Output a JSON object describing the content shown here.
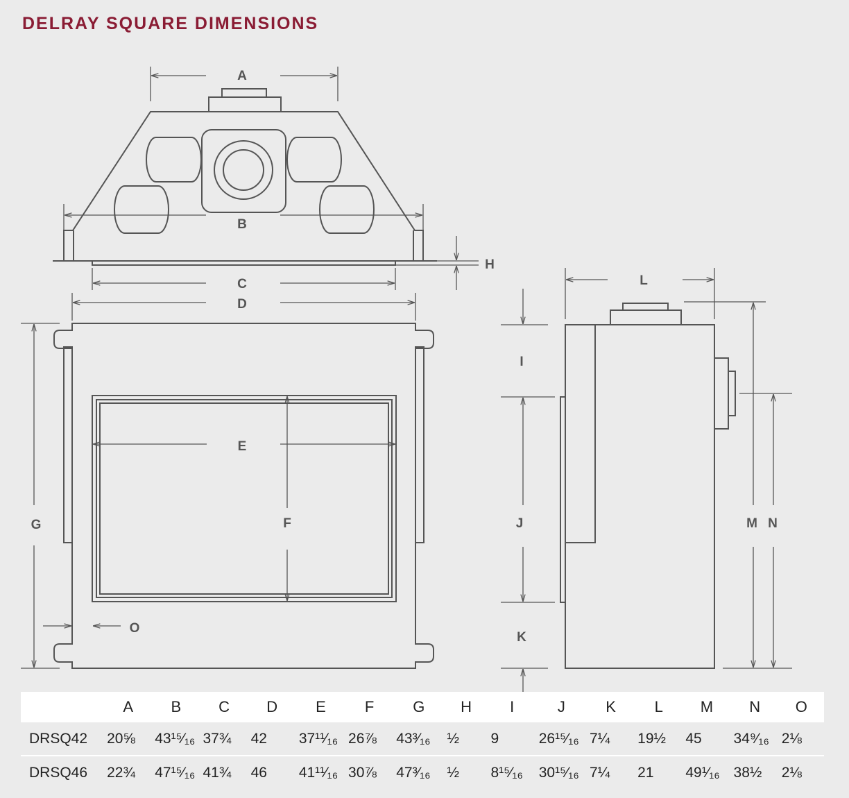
{
  "title": "DELRAY SQUARE DIMENSIONS",
  "labels": {
    "A": "A",
    "B": "B",
    "C": "C",
    "D": "D",
    "E": "E",
    "F": "F",
    "G": "G",
    "H": "H",
    "I": "I",
    "J": "J",
    "K": "K",
    "L": "L",
    "M": "M",
    "N": "N",
    "O": "O"
  },
  "table": {
    "headers": [
      "",
      "A",
      "B",
      "C",
      "D",
      "E",
      "F",
      "G",
      "H",
      "I",
      "J",
      "K",
      "L",
      "M",
      "N",
      "O"
    ],
    "rows": [
      {
        "model": "DRSQ42",
        "values": [
          "20⅝",
          "43¹⁵⁄₁₆",
          "37¾",
          "42",
          "37¹¹⁄₁₆",
          "26⅞",
          "43³⁄₁₆",
          "½",
          "9",
          "26¹⁵⁄₁₆",
          "7¼",
          "19½",
          "45",
          "34⁹⁄₁₆",
          "2⅛"
        ]
      },
      {
        "model": "DRSQ46",
        "values": [
          "22¾",
          "47¹⁵⁄₁₆",
          "41¾",
          "46",
          "41¹¹⁄₁₆",
          "30⅞",
          "47³⁄₁₆",
          "½",
          "8¹⁵⁄₁₆",
          "30¹⁵⁄₁₆",
          "7¼",
          "21",
          "49¹⁄₁₆",
          "38½",
          "2⅛"
        ]
      }
    ]
  },
  "colors": {
    "title": "#8a1c34",
    "line": "#555555",
    "background": "#ebebeb"
  }
}
